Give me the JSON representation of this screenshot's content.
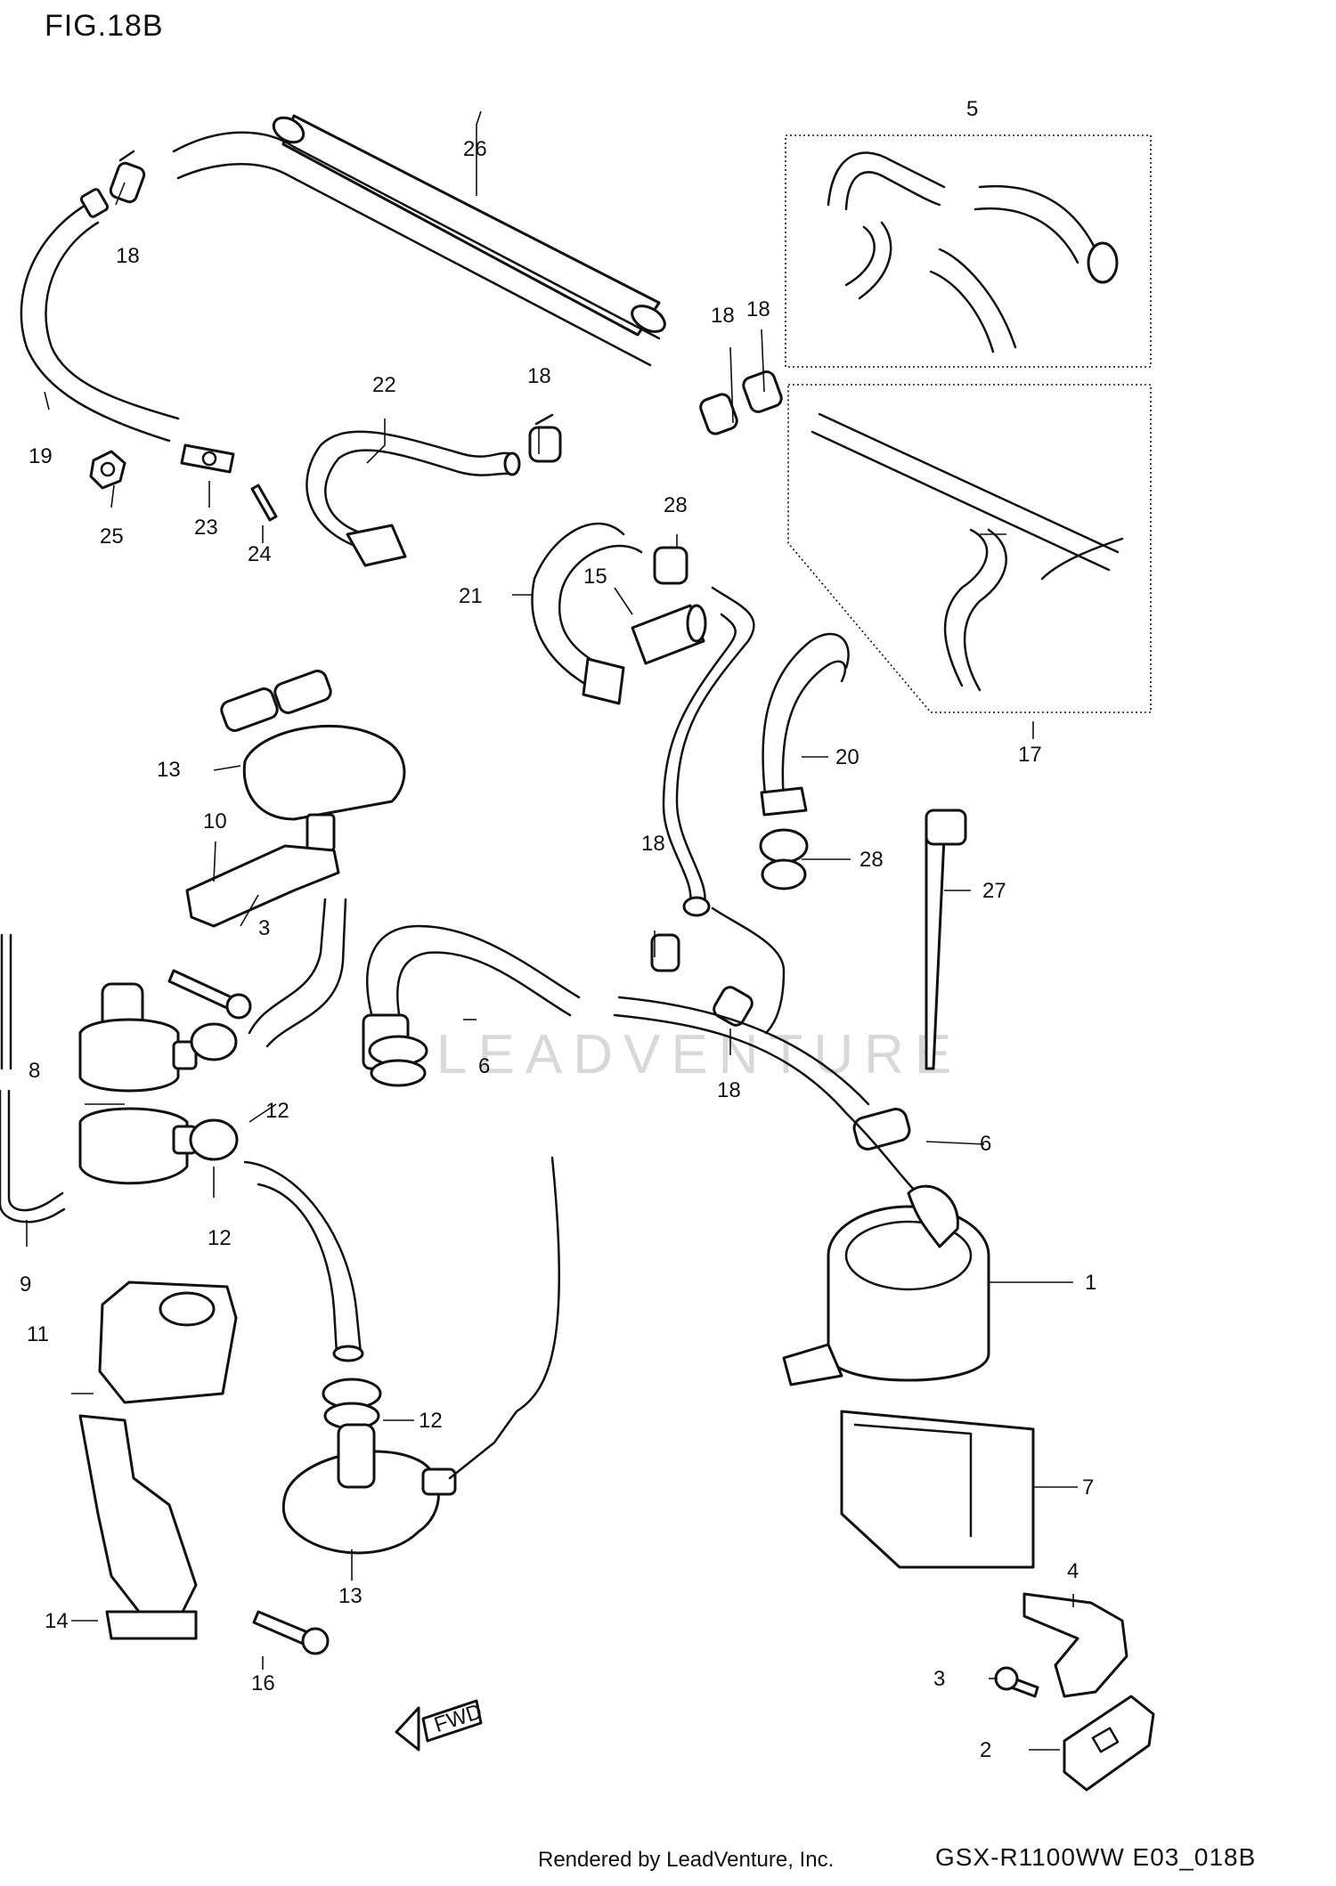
{
  "figure": {
    "title": "FIG.18B",
    "credit": "Rendered by LeadVenture, Inc.",
    "code": "GSX-R1100WW  E03_018B",
    "watermark": "LEADVENTURE"
  },
  "callouts": {
    "c1": "1",
    "c2": "2",
    "c3a": "3",
    "c3b": "3",
    "c4": "4",
    "c5": "5",
    "c6a": "6",
    "c6b": "6",
    "c7": "7",
    "c8": "8",
    "c9": "9",
    "c10": "10",
    "c11": "11",
    "c12a": "12",
    "c12b": "12",
    "c12c": "12",
    "c13a": "13",
    "c13b": "13",
    "c14": "14",
    "c15": "15",
    "c16": "16",
    "c17": "17",
    "c18a": "18",
    "c18b": "18",
    "c18c": "18",
    "c18d": "18",
    "c18e": "18",
    "c18f": "18",
    "c19": "19",
    "c20": "20",
    "c21": "21",
    "c22": "22",
    "c23": "23",
    "c24": "24",
    "c25": "25",
    "c26": "26",
    "c27": "27",
    "c28a": "28",
    "c28b": "28"
  },
  "fwd_arrow": {
    "label": "FWD"
  }
}
